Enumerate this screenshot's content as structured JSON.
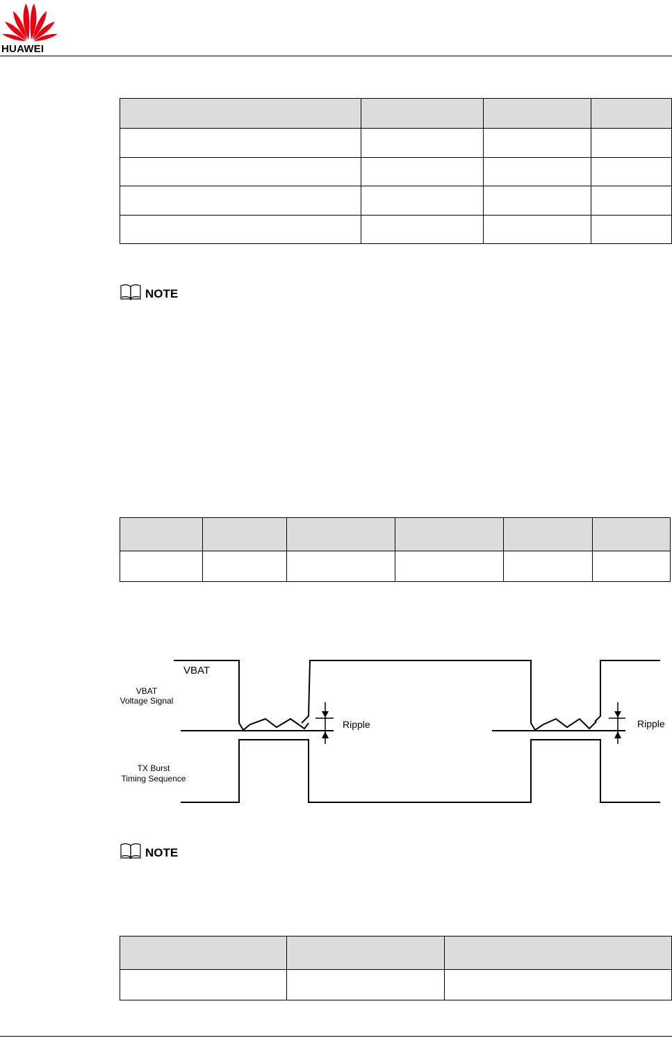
{
  "header": {
    "brand": "HUAWEI",
    "brand_color": "#e60012"
  },
  "note_label": "NOTE",
  "diagram": {
    "vbat_label": "VBAT",
    "vbat_signal_label_1": "VBAT",
    "vbat_signal_label_2": "Voltage Signal",
    "tx_label_1": "TX Burst",
    "tx_label_2": "Timing Sequence",
    "ripple_left": "Ripple",
    "ripple_right": "Ripple"
  }
}
